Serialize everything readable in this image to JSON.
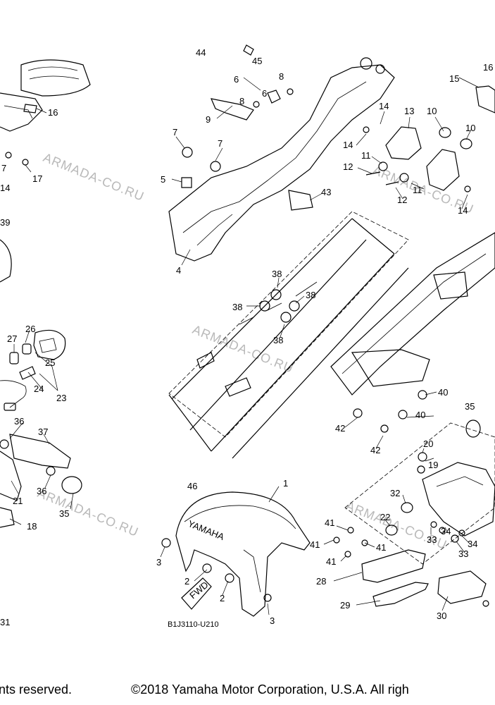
{
  "callouts": [
    "1",
    "2",
    "3",
    "4",
    "5",
    "6",
    "7",
    "8",
    "9",
    "10",
    "11",
    "12",
    "13",
    "14",
    "15",
    "16",
    "17",
    "18",
    "19",
    "20",
    "21",
    "22",
    "23",
    "24",
    "25",
    "26",
    "27",
    "28",
    "29",
    "30",
    "31",
    "32",
    "33",
    "34",
    "35",
    "36",
    "37",
    "38",
    "39",
    "40",
    "41",
    "42",
    "43",
    "44",
    "45",
    "46"
  ],
  "watermark": "ARMADA-CO.RU",
  "reference_code": "B1J3110-U210",
  "fender_text": "YAMAHA",
  "fwd_text": "FWD",
  "footer": {
    "left": "nts reserved.",
    "right": "©2018 Yamaha Motor Corporation, U.S.A. All righ"
  }
}
